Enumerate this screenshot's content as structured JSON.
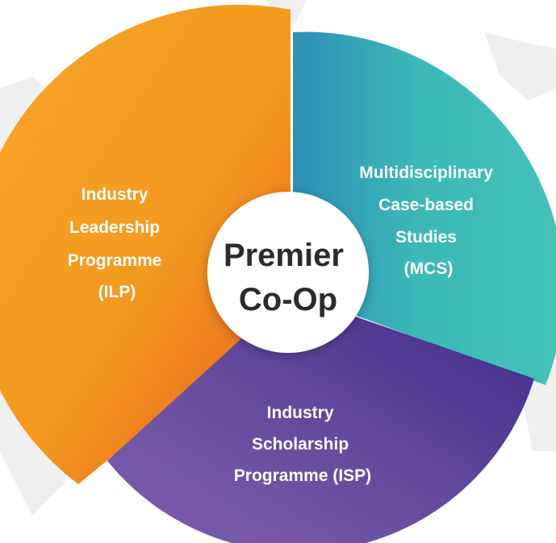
{
  "diagram": {
    "center": {
      "lines": [
        "Premier",
        "Co-Op"
      ]
    },
    "segments": [
      {
        "id": "ilp",
        "lines": [
          "Industry",
          "Leadership",
          "Programme",
          "(ILP)"
        ],
        "color": "#F39A1F"
      },
      {
        "id": "mcs",
        "lines": [
          "Multidisciplinary",
          "Case-based",
          "Studies",
          "(MCS)"
        ],
        "color": "#3BB8B7"
      },
      {
        "id": "isp",
        "lines": [
          "Industry",
          "Scholarship",
          "Programme (ISP)"
        ],
        "color": "#6A4FA0"
      }
    ],
    "colors": {
      "background_map": "#F1F1F1",
      "center_fill": "#FFFFFF",
      "center_text": "#2B2B2B",
      "label_text": "#FFFFFF"
    }
  }
}
